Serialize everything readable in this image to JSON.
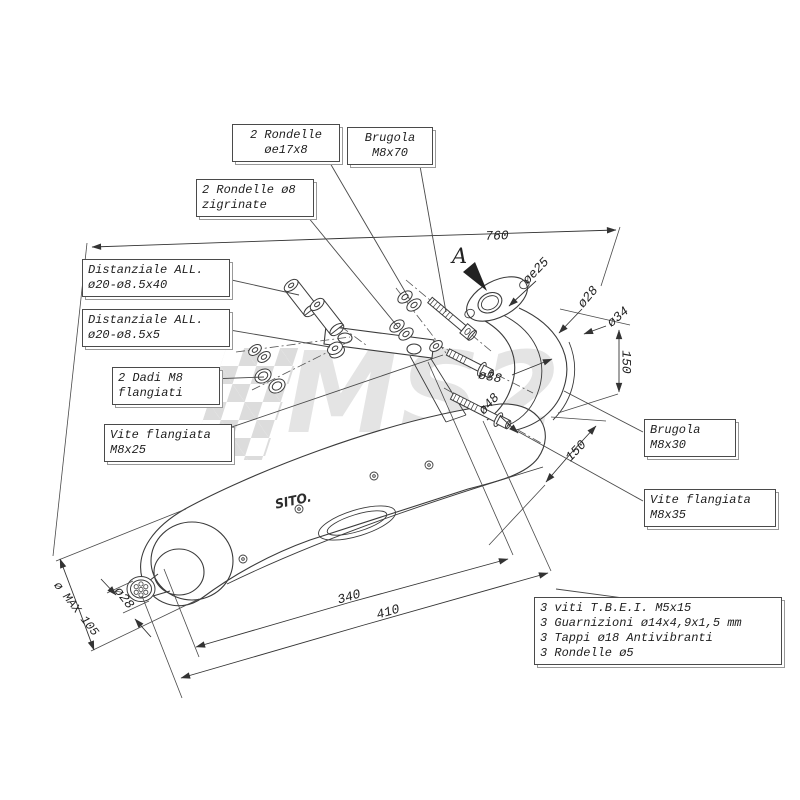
{
  "watermark": {
    "text": "MS2"
  },
  "body_logo": {
    "text": "SITO."
  },
  "view_marker": {
    "label": "A"
  },
  "callouts": [
    {
      "id": "rondelle-e17x8",
      "lines": [
        "2 Rondelle",
        "øe17x8"
      ]
    },
    {
      "id": "brugola-m8x70",
      "lines": [
        "Brugola",
        "M8x70"
      ]
    },
    {
      "id": "rondelle-8-zigrinate",
      "lines": [
        "2 Rondelle ø8",
        "zigrinate"
      ]
    },
    {
      "id": "distanziale-40",
      "lines": [
        "Distanziale ALL.",
        "ø20-ø8.5x40"
      ]
    },
    {
      "id": "distanziale-5",
      "lines": [
        "Distanziale ALL.",
        "ø20-ø8.5x5"
      ]
    },
    {
      "id": "dadi-m8",
      "lines": [
        "2 Dadi M8",
        "flangiati"
      ]
    },
    {
      "id": "vite-m8x25",
      "lines": [
        "Vite flangiata",
        "M8x25"
      ]
    },
    {
      "id": "brugola-m8x30",
      "lines": [
        "Brugola",
        "M8x30"
      ]
    },
    {
      "id": "vite-m8x35",
      "lines": [
        "Vite flangiata",
        "M8x35"
      ]
    }
  ],
  "spec_box": {
    "lines": [
      "3 viti T.B.E.I. M5x15",
      "3 Guarnizioni ø14x4,9x1,5 mm",
      "3 Tappi ø18 Antivibranti",
      "3 Rondelle ø5"
    ]
  },
  "dimensions": {
    "overall_length": "760",
    "port_diameter": "øe25",
    "pipe_diameter": "ø28",
    "shield_diameter": "ø34",
    "height_upper": "150",
    "joint_diameter": "ø38",
    "inlet_diameter": "ø48",
    "height_lower": "150",
    "mount_distance_340": "340",
    "mount_distance_410": "410",
    "max_body_diameter": "ø MAX 105",
    "outlet_diameter": "ø28"
  }
}
